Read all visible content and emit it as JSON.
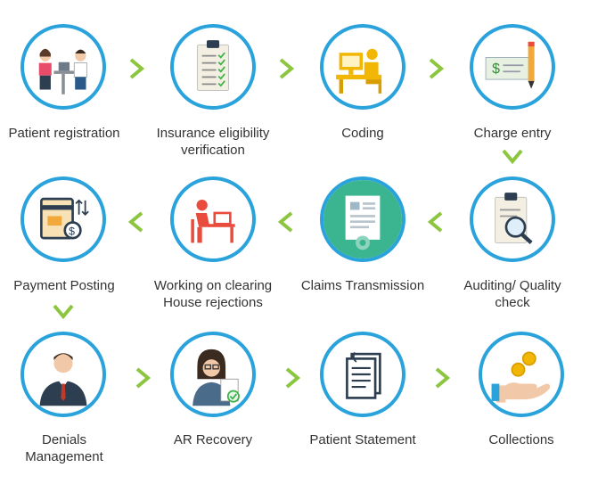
{
  "colors": {
    "ring": "#2aa3dc",
    "arrow": "#8cc63f",
    "text": "#333333"
  },
  "steps": [
    {
      "label": "Patient registration",
      "icon": "patient-registration-icon"
    },
    {
      "label": "Insurance eligibility\nverification",
      "icon": "clipboard-checklist-icon"
    },
    {
      "label": "Coding",
      "icon": "coder-at-desk-icon"
    },
    {
      "label": "Charge entry",
      "icon": "check-and-pencil-icon"
    },
    {
      "label": "Auditing/ Quality\ncheck",
      "icon": "clipboard-magnifier-icon"
    },
    {
      "label": "Claims Transmission",
      "icon": "claim-document-icon"
    },
    {
      "label": "Working on clearing\nHouse rejections",
      "icon": "person-at-laptop-icon"
    },
    {
      "label": "Payment Posting",
      "icon": "payment-card-dollar-icon"
    },
    {
      "label": "Denials\nManagement",
      "icon": "businessman-icon"
    },
    {
      "label": "AR Recovery",
      "icon": "woman-with-document-icon"
    },
    {
      "label": "Patient Statement",
      "icon": "statement-document-icon"
    },
    {
      "label": "Collections",
      "icon": "hand-with-coins-icon"
    }
  ]
}
